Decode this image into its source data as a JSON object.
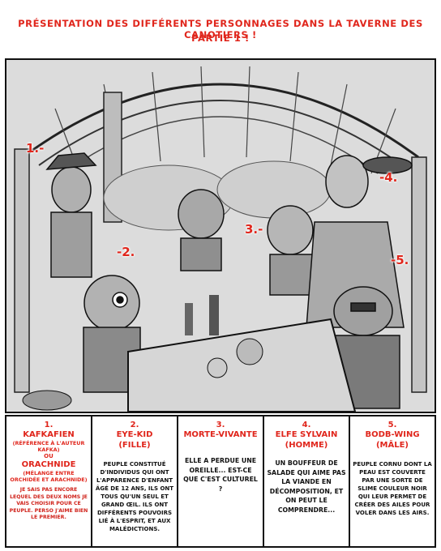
{
  "header": {
    "line1": "PRÉSENTATION DES DIFFÉRENTS PERSONNAGES DANS LA TAVERNE DES CANOTIERS !",
    "line2": "PARTIE 1 !"
  },
  "illustration": {
    "markers": [
      "1.-",
      "-2.",
      "3.-",
      "-4.",
      "-5."
    ]
  },
  "cards": [
    {
      "number": "1.",
      "name": "KAFKAFIEN",
      "note": "(RÉFÉRENCE À L'AUTEUR KAFKA)",
      "or": "OU",
      "alt_name": "ORACHNIDE",
      "alt_note": "(MÉLANGE ENTRE ORCHIDÉE ET ARACHNIDE)",
      "body": "JE SAIS PAS ENCORE LEQUEL DES DEUX NOMS JE VAIS CHOISIR POUR CE PEUPLE. PERSO J'AIME BIEN LE PREMIER."
    },
    {
      "number": "2.",
      "name": "EYE-KID",
      "subtitle": "(FILLE)",
      "body": "PEUPLE CONSTITUÉ D'INDIVIDUS QUI ONT L'APPARENCE D'ENFANT ÂGÉ DE 12 ANS, ILS ONT TOUS QU'UN SEUL ET GRAND ŒIL. ILS ONT DIFFÉRENTS POUVOIRS LIÉ À L'ESPRIT, ET AUX MALÉDICTIONS."
    },
    {
      "number": "3.",
      "name": "MORTE-VIVANTE",
      "body": "ELLE A PERDUE UNE OREILLE... EST-CE QUE C'EST CULTUREL ?"
    },
    {
      "number": "4.",
      "name": "ELFE SYLVAIN",
      "subtitle": "(HOMME)",
      "body": "UN BOUFFEUR DE SALADE QUI AIME PAS LA VIANDE EN DÉCOMPOSITION, ET ON PEUT LE COMPRENDRE..."
    },
    {
      "number": "5.",
      "name": "BODB-WING",
      "subtitle": "(MÂLE)",
      "body": "PEUPLE CORNU DONT LA PEAU EST COUVERTE PAR UNE SORTE DE SLIME COULEUR NOIR QUI LEUR PERMET DE CRÉER DES AILES POUR VOLER DANS LES AIRS."
    }
  ]
}
